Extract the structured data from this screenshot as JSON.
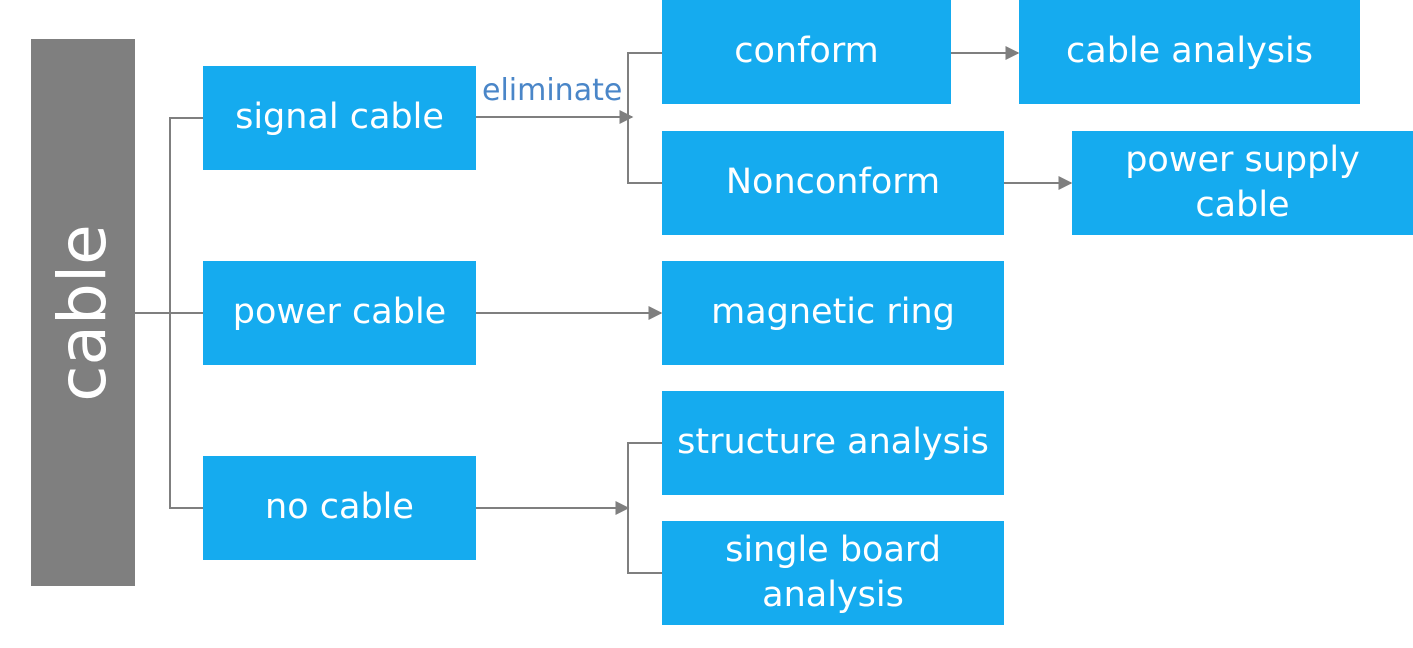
{
  "root": {
    "label": "cable"
  },
  "level1": {
    "signal_cable": "signal cable",
    "power_cable": "power cable",
    "no_cable": "no cable"
  },
  "level2": {
    "conform": "conform",
    "nonconform": "Nonconform",
    "magnetic_ring": "magnetic ring",
    "structure_analysis": "structure analysis",
    "single_board_analysis": "single board analysis"
  },
  "level3": {
    "cable_analysis": "cable analysis",
    "power_supply_cable": "power supply cable"
  },
  "edge_labels": {
    "eliminate": "eliminate"
  },
  "colors": {
    "box_fill": "#15abef",
    "root_fill": "#7f7f7f",
    "connector": "#7f7f7f",
    "edge_label": "#4a86c8"
  }
}
